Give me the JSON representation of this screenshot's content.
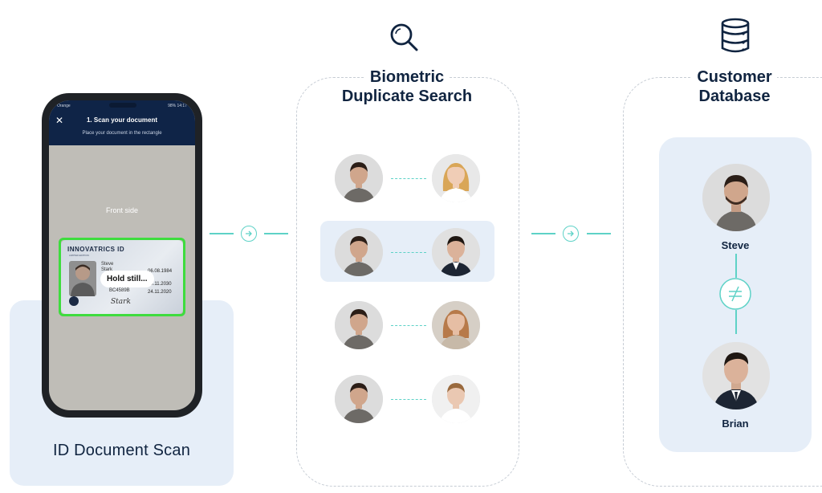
{
  "scan": {
    "label": "ID Document Scan",
    "phone": {
      "status_left": "Orange",
      "status_right": "98% 14:17",
      "header_title": "1. Scan your document",
      "header_subtitle": "Place your document in the rectangle",
      "front_side": "Front side",
      "hold_still": "Hold still...",
      "card_brand": "INNOVATRICS ID",
      "card_edition": "LIMITED EDITION",
      "card_name1": "Steve",
      "card_name2": "Stark",
      "card_dob": "06.08.1984",
      "card_date1": "24.11.2030",
      "card_date2": "24.11.2020",
      "card_number": "BC4589B",
      "card_signature": "Stark"
    }
  },
  "search": {
    "title_line1": "Biometric",
    "title_line2": "Duplicate Search"
  },
  "database": {
    "title_line1": "Customer",
    "title_line2": "Database",
    "person1": "Steve",
    "person2": "Brian"
  },
  "colors": {
    "panel": "#e6eef8",
    "accent": "#5ed2c7",
    "title": "#102440",
    "scan_frame": "#3edc3e"
  },
  "icons": [
    "magnifier-icon",
    "database-icon",
    "arrow-right-icon",
    "not-equal-icon",
    "close-icon"
  ]
}
